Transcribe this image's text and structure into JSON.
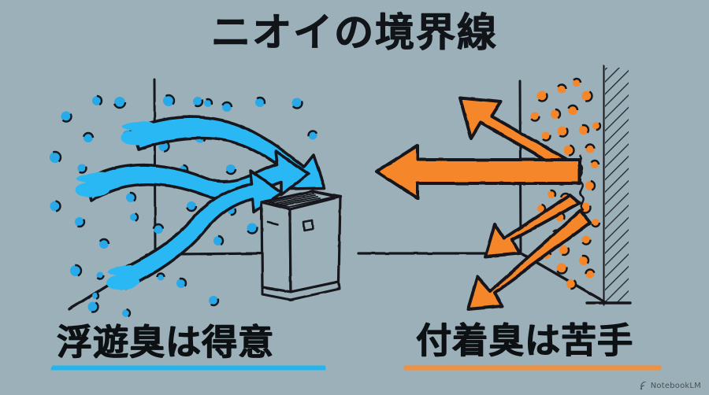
{
  "scene": {
    "title": "ニオイの境界線",
    "background_color": "#9bb0b8",
    "ink_color": "#14181c",
    "divider": "vertical-dashed-line"
  },
  "left_panel": {
    "caption": "浮遊臭は得意",
    "highlight_color": "#1fb8f0",
    "accent_color": "#29a9e8",
    "particle_label": "floating-odor-particle",
    "particle_count": 38,
    "arrow_label": "airflow-arrow",
    "arrow_count": 3,
    "device_label": "air-purifier"
  },
  "right_panel": {
    "caption": "付着臭は苦手",
    "highlight_color": "#f5903a",
    "accent_color": "#f5872a",
    "particle_label": "adhered-odor-particle",
    "particle_count": 34,
    "arrow_label": "rebound-arrow",
    "arrow_count": 4,
    "wall_label": "hatched-wall"
  },
  "watermark": {
    "label": "NotebookLM",
    "icon": "notebooklm-icon"
  }
}
